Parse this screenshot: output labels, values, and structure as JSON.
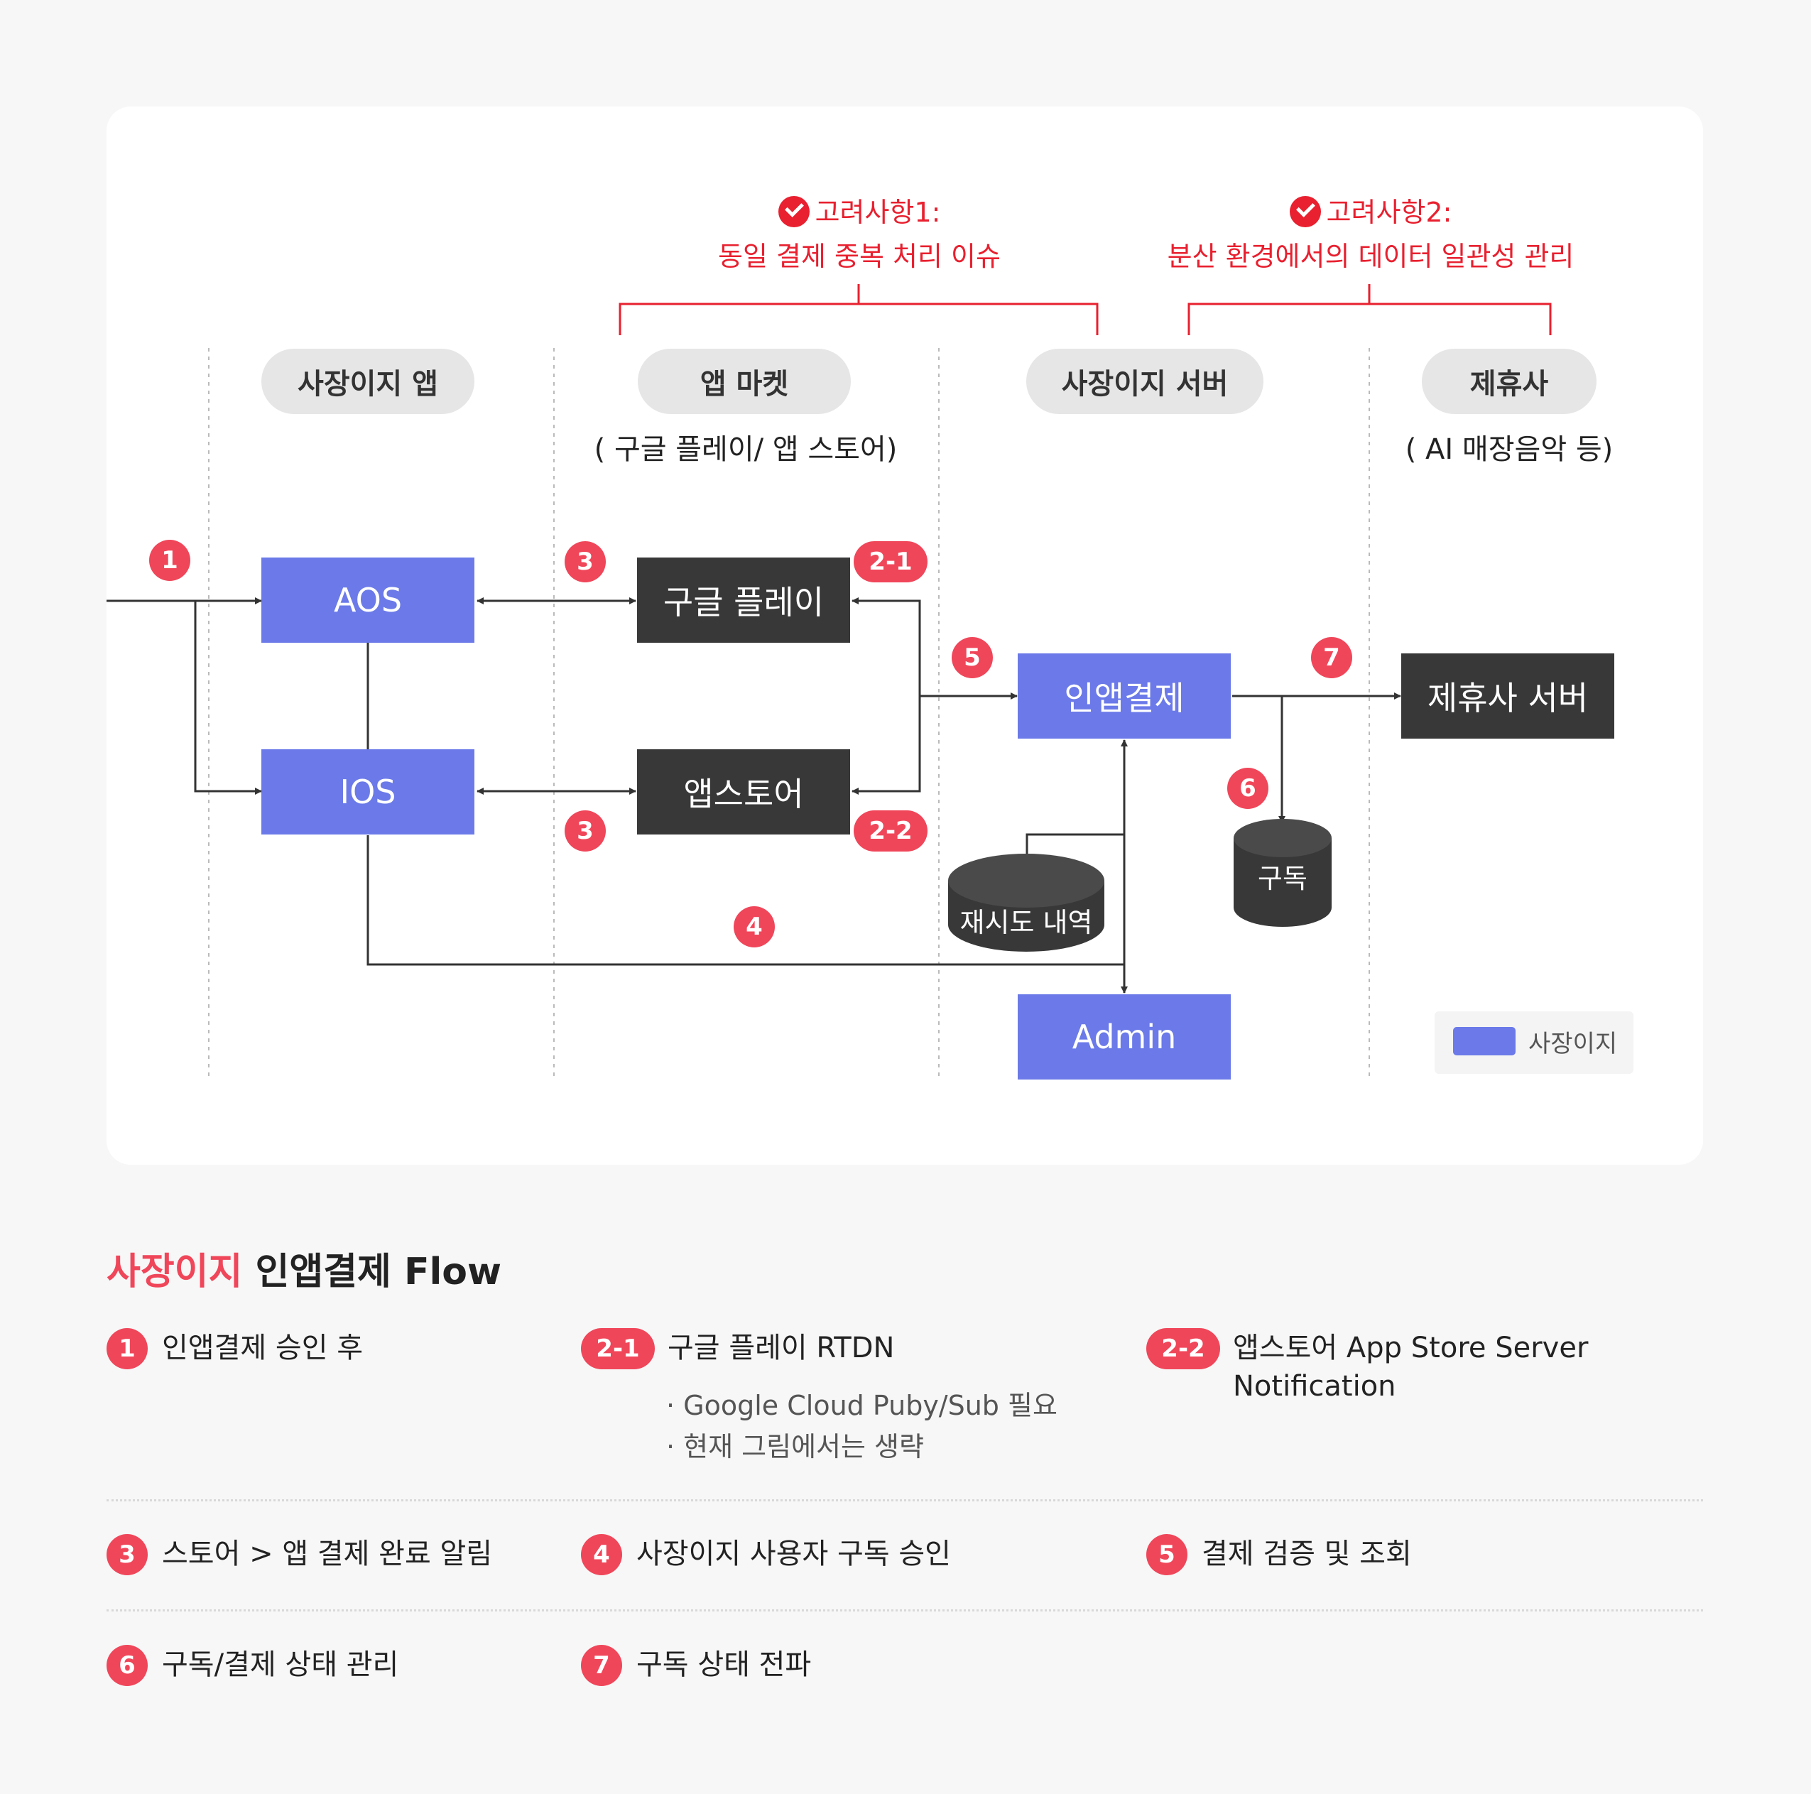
{
  "considerations": [
    {
      "title": "고려사항1:",
      "desc": "동일 결제 중복 처리 이슈"
    },
    {
      "title": "고려사항2:",
      "desc": "분산 환경에서의 데이터 일관성 관리"
    }
  ],
  "lanes": [
    {
      "label": "사장이지 앱",
      "sub": ""
    },
    {
      "label": "앱 마켓",
      "sub": "( 구글 플레이/ 앱 스토어)"
    },
    {
      "label": "사장이지 서버",
      "sub": ""
    },
    {
      "label": "제휴사",
      "sub": "( AI 매장음악 등)"
    }
  ],
  "nodes": {
    "aos": "AOS",
    "ios": "IOS",
    "google_play": "구글 플레이",
    "app_store": "앱스토어",
    "inapp": "인앱결제",
    "partner_server": "제휴사 서버",
    "admin": "Admin",
    "retry_db": "재시도 내역",
    "subscription_db": "구독"
  },
  "badges": {
    "b1": "1",
    "b3a": "3",
    "b3b": "3",
    "b21": "2-1",
    "b22": "2-2",
    "b4": "4",
    "b5": "5",
    "b6": "6",
    "b7": "7"
  },
  "legend": {
    "label": "사장이지",
    "color": "#6b7ae8"
  },
  "colors": {
    "brand": "#6b7ae8",
    "dark": "#383838",
    "accent": "#f0465a",
    "warning": "#e8202f"
  },
  "flow": {
    "title_accent": "사장이지",
    "title_rest": " 인앱결제 Flow",
    "items": [
      {
        "badge": "1",
        "text": "인앱결제 승인 후"
      },
      {
        "badge": "2-1",
        "text": "구글 플레이 RTDN",
        "notes": [
          "· Google Cloud Puby/Sub 필요",
          "· 현재 그림에서는 생략"
        ]
      },
      {
        "badge": "2-2",
        "text": "앱스토어 App Store Server",
        "text2": "Notification"
      },
      {
        "badge": "3",
        "text": "스토어 > 앱 결제 완료 알림"
      },
      {
        "badge": "4",
        "text": "사장이지 사용자 구독 승인"
      },
      {
        "badge": "5",
        "text": "결제 검증 및 조회"
      },
      {
        "badge": "6",
        "text": "구독/결제 상태 관리"
      },
      {
        "badge": "7",
        "text": "구독 상태 전파"
      }
    ]
  }
}
